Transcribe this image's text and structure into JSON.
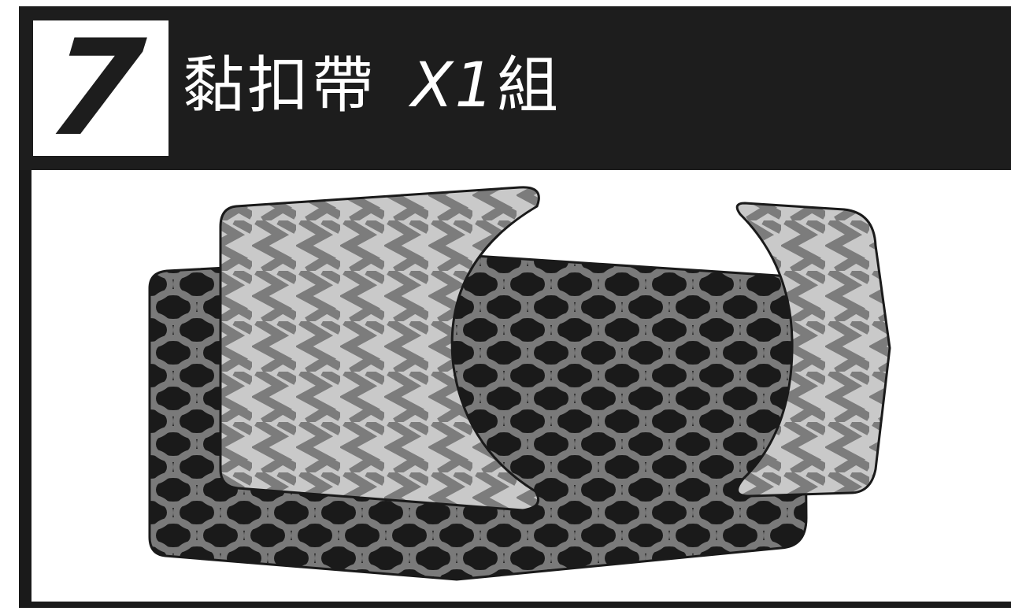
{
  "step": {
    "number": "7"
  },
  "title": {
    "main": "黏扣帶",
    "quantity": "X1",
    "unit": "組"
  },
  "colors": {
    "header_background": "#1d1d1d",
    "header_text": "#ffffff",
    "hook_strip_fill": "#c9c9c9",
    "hook_strip_pattern": "#7c7c7c",
    "loop_strip_fill": "#1a1a1a",
    "loop_strip_pattern": "#7a7a7a"
  },
  "illustration": {
    "subject": "hook-and-loop-strip",
    "pieces": [
      "loop-strip",
      "hook-strip-left",
      "hook-strip-right"
    ]
  }
}
